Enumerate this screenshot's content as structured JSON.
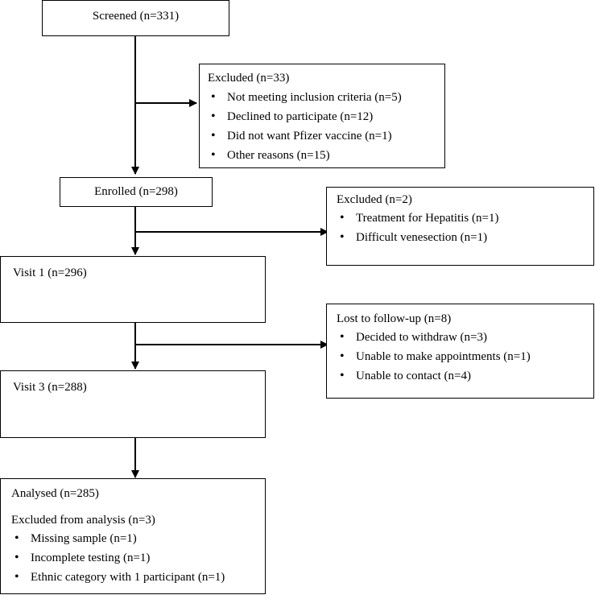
{
  "screened": {
    "label": "Screened (n=331)"
  },
  "excluded1": {
    "title": "Excluded (n=33)",
    "items": [
      "Not meeting inclusion  criteria (n=5)",
      "Declined to participate (n=12)",
      "Did not want Pfizer vaccine (n=1)",
      "Other reasons (n=15)"
    ]
  },
  "enrolled": {
    "label": "Enrolled (n=298)"
  },
  "excluded2": {
    "title": "Excluded (n=2)",
    "items": [
      "Treatment for Hepatitis (n=1)",
      "Difficult venesection (n=1)"
    ]
  },
  "visit1": {
    "label": "Visit 1 (n=296)"
  },
  "lost": {
    "title": "Lost to follow-up  (n=8)",
    "items": [
      "Decided to withdraw (n=3)",
      "Unable to make appointments (n=1)",
      "Unable to contact (n=4)"
    ]
  },
  "visit3": {
    "label": "Visit 3 (n=288)"
  },
  "analysed": {
    "title": "Analysed (n=285)",
    "subtitle": "Excluded from analysis (n=3)",
    "items": [
      "Missing sample (n=1)",
      "Incomplete testing (n=1)",
      "Ethnic category with 1 participant (n=1)"
    ]
  }
}
